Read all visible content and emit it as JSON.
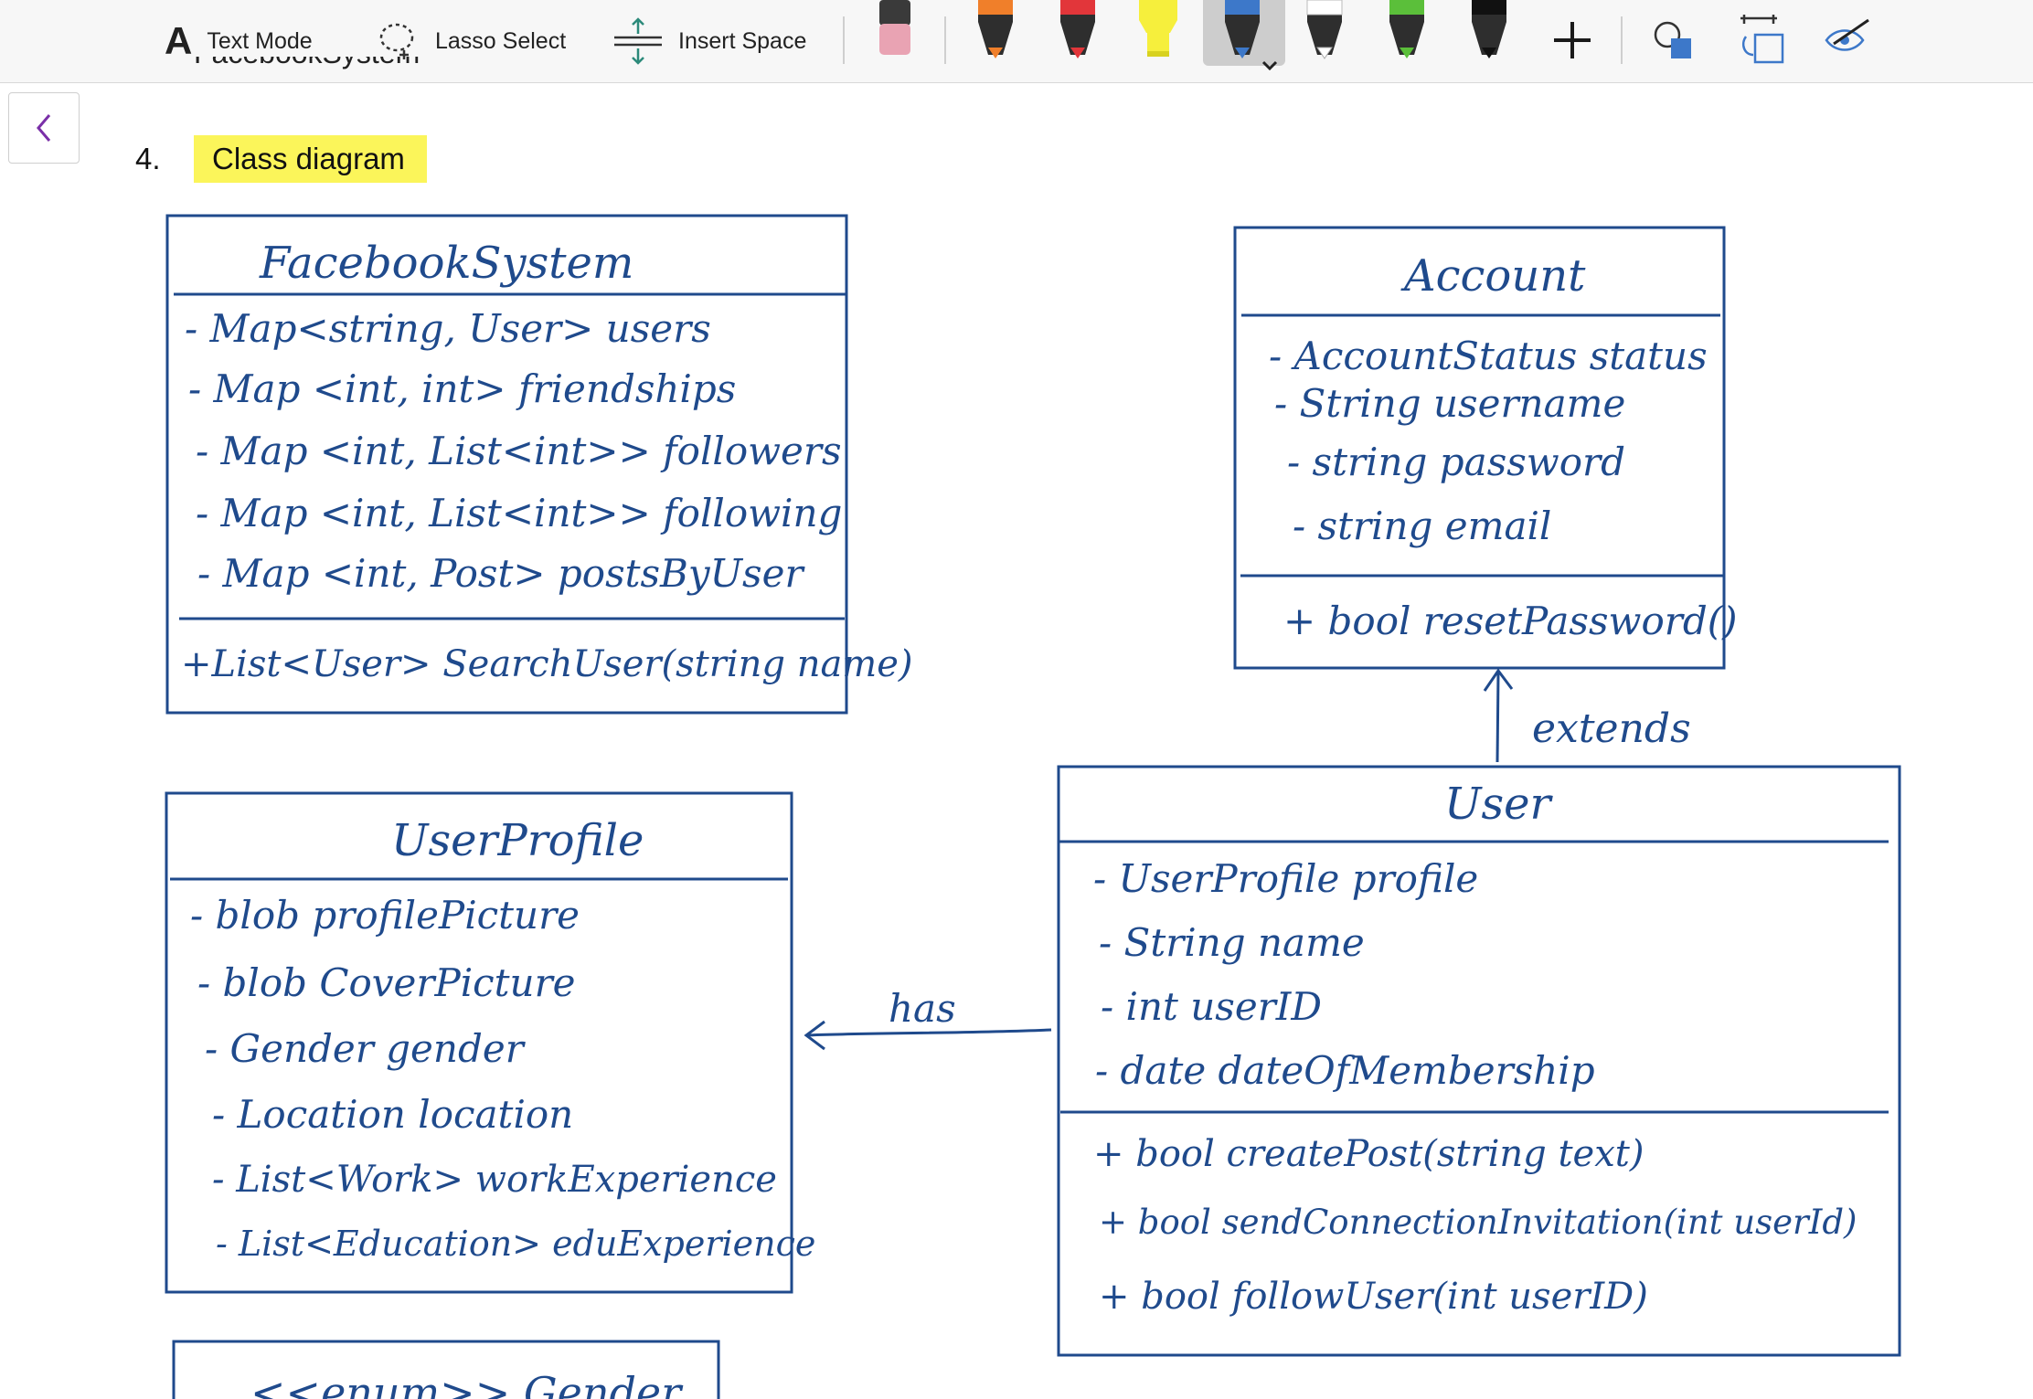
{
  "toolbar": {
    "text_mode": "Text Mode",
    "lasso_select": "Lasso Select",
    "insert_space": "Insert Space",
    "pens": [
      {
        "name": "eraser",
        "color": "#e9a3b3"
      },
      {
        "name": "orange-pen",
        "color": "#f07f2a"
      },
      {
        "name": "red-pen",
        "color": "#e2363a"
      },
      {
        "name": "yellow-highlighter",
        "color": "#f6ef3c"
      },
      {
        "name": "blue-pen",
        "color": "#1f4a8c",
        "selected": true
      },
      {
        "name": "white-pen",
        "color": "#ffffff"
      },
      {
        "name": "green-pen",
        "color": "#5bbf3a"
      },
      {
        "name": "black-pen",
        "color": "#1a1a1a"
      }
    ]
  },
  "page": {
    "cut_off_text": "FacebookSystem",
    "section_number": "4.",
    "section_title": "Class diagram",
    "highlight_color": "#fbf55a",
    "ink_color": "#1f4a8c"
  },
  "diagram": {
    "facebook_system": {
      "name": "FacebookSystem",
      "attributes": [
        "- Map<string, User> users",
        "- Map <int, int> friendships",
        "- Map <int, List<int>> followers",
        "- Map <int, List<int>> following",
        "- Map <int, Post> postsByUser"
      ],
      "methods": [
        "+List<User> SearchUser(string name)"
      ]
    },
    "account": {
      "name": "Account",
      "attributes": [
        "- AccountStatus status",
        "- String username",
        "- string password",
        "- string email"
      ],
      "methods": [
        "+ bool resetPassword()"
      ]
    },
    "user_profile": {
      "name": "UserProfile",
      "attributes": [
        "- blob profilePicture",
        "- blob CoverPicture",
        "- Gender gender",
        "- Location location",
        "- List<Work> workExperience",
        "- List<Education> eduExperience"
      ]
    },
    "user": {
      "name": "User",
      "attributes": [
        "- UserProfile profile",
        "- String name",
        "- int userID",
        "- date dateOfMembership"
      ],
      "methods": [
        "+ bool createPost(string text)",
        "+ bool sendConnectionInvitation(int userId)",
        "+ bool followUser(int userID)"
      ]
    },
    "gender_enum": {
      "name": "<<enum>> Gender"
    },
    "relations": {
      "extends_label": "extends",
      "has_label": "has"
    }
  }
}
